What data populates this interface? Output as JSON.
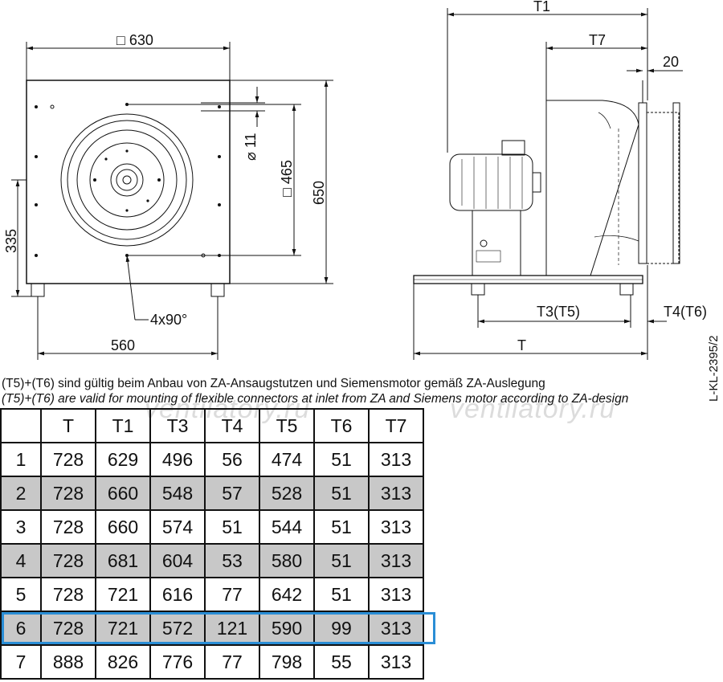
{
  "dims": {
    "front_width": "□ 630",
    "bolt_dia": "⌀ 11",
    "inlet": "□ 465",
    "height": "650",
    "h335": "335",
    "foot_span": "560",
    "holes": "4x90°",
    "T1": "T1",
    "T7": "T7",
    "d20": "20",
    "T3": "T3(T5)",
    "T4": "T4(T6)",
    "T": "T"
  },
  "notes": {
    "de": "(T5)+(T6) sind gültig beim Anbau von ZA-Ansaugstutzen und Siemensmotor gemäß ZA-Auslegung",
    "en": "(T5)+(T6) are valid for mounting of flexible connectors at inlet from ZA and Siemens motor according to ZA-design"
  },
  "drawing_code": "L-KL-2395/2",
  "watermark": "ventilatory.ru",
  "table": {
    "headers": [
      "",
      "T",
      "T1",
      "T3",
      "T4",
      "T5",
      "T6",
      "T7"
    ],
    "rows": [
      [
        "1",
        "728",
        "629",
        "496",
        "56",
        "474",
        "51",
        "313"
      ],
      [
        "2",
        "728",
        "660",
        "548",
        "57",
        "528",
        "51",
        "313"
      ],
      [
        "3",
        "728",
        "660",
        "574",
        "51",
        "544",
        "51",
        "313"
      ],
      [
        "4",
        "728",
        "681",
        "604",
        "53",
        "580",
        "51",
        "313"
      ],
      [
        "5",
        "728",
        "721",
        "616",
        "77",
        "642",
        "51",
        "313"
      ],
      [
        "6",
        "728",
        "721",
        "572",
        "121",
        "590",
        "99",
        "313"
      ],
      [
        "7",
        "888",
        "826",
        "776",
        "77",
        "798",
        "55",
        "313"
      ]
    ],
    "highlighted_row": "6"
  }
}
